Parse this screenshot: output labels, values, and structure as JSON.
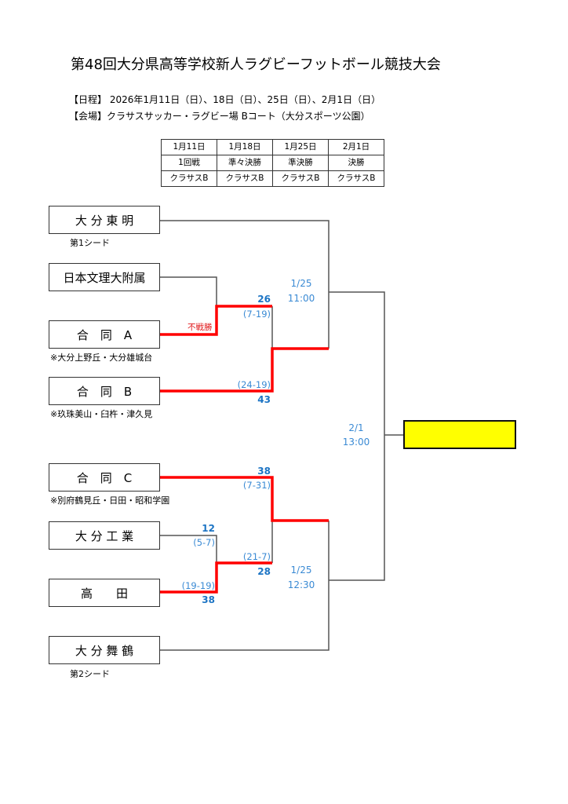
{
  "title": "第48回大分県高等学校新人ラグビーフットボール競技大会",
  "schedule_line": "【日程】 2026年1月11日（日）、18日（日）、25日（日）、2月1日（日）",
  "venue_line": "【会場】クラサスサッカー・ラグビー場 Bコート（大分スポーツ公園）",
  "schedule_table": [
    {
      "date": "1月11日",
      "round": "1回戦",
      "venue": "クラサスB"
    },
    {
      "date": "1月18日",
      "round": "準々決勝",
      "venue": "クラサスB"
    },
    {
      "date": "1月25日",
      "round": "準決勝",
      "venue": "クラサスB"
    },
    {
      "date": "2月1日",
      "round": "決勝",
      "venue": "クラサスB"
    }
  ],
  "teams": [
    {
      "name": "大 分 東 明",
      "note": "第1シード"
    },
    {
      "name": "日本文理大附属",
      "note": ""
    },
    {
      "name": "合　同　A",
      "note": "※大分上野丘・大分雄城台"
    },
    {
      "name": "合　同　B",
      "note": "※玖珠美山・臼杵・津久見"
    },
    {
      "name": "合　同　C",
      "note": "※別府鶴見丘・日田・昭和学園"
    },
    {
      "name": "大 分 工 業",
      "note": ""
    },
    {
      "name": "高　　田",
      "note": ""
    },
    {
      "name": "大 分 舞 鶴",
      "note": "第2シード"
    }
  ],
  "results": {
    "r1_forfeit": "不戦勝",
    "qf1": {
      "winner_score": "26",
      "winner_half": "(7-19)",
      "loser_half": "(24-19)",
      "loser_score": "43"
    },
    "qf2": {
      "score_top": "38",
      "half_top": "(7-31)",
      "half_bottom": "(21-7)",
      "score_bottom": "28"
    },
    "r1b": {
      "score_top": "12",
      "half_top": "(5-7)",
      "half_bottom": "(19-19)",
      "score_bottom": "38"
    }
  },
  "match_times": {
    "sf1": {
      "date": "1/25",
      "time": "11:00"
    },
    "sf2": {
      "date": "1/25",
      "time": "12:30"
    },
    "final": {
      "date": "2/1",
      "time": "13:00"
    }
  },
  "colors": {
    "winner_line": "#ff0000",
    "score": "#1c74c4",
    "champion_box": "#ffff00"
  }
}
